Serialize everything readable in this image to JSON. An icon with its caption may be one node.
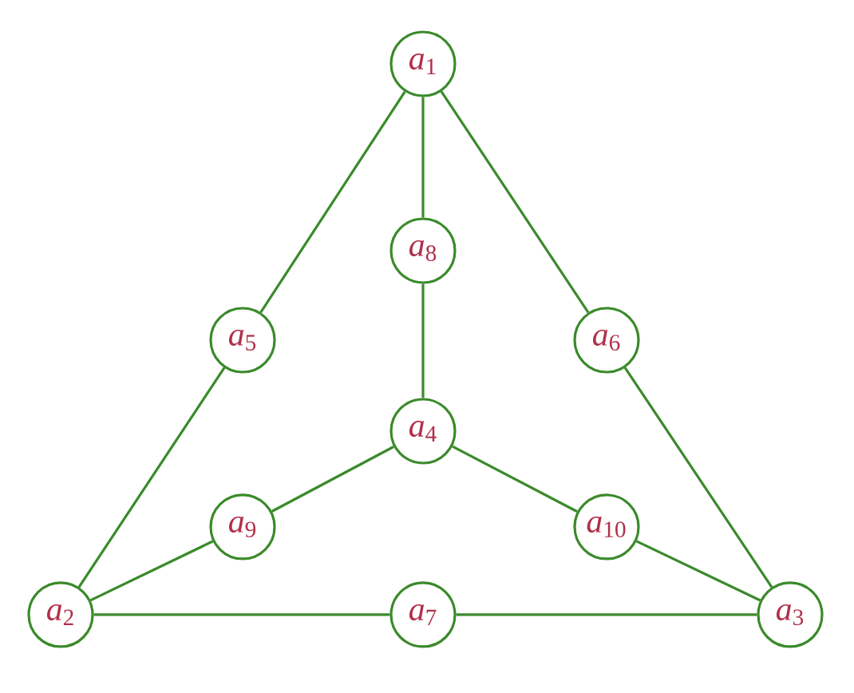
{
  "diagram": {
    "nodes": [
      {
        "text": [
          "*a*$_{1}$"
        ]
      },
      {
        "text": [
          "*a*$_{8}$"
        ]
      },
      {
        "text": [
          "*a*$_{5}$"
        ]
      },
      {
        "text": [
          "*a*$_{6}$"
        ]
      },
      {
        "text": [
          "*a*$_{4}$"
        ]
      },
      {
        "text": [
          "*a*$_{9}$"
        ]
      },
      {
        "text": [
          "*a*$_{10}$"
        ]
      },
      {
        "text": [
          "*a*$_{2}$"
        ]
      },
      {
        "text": [
          "*a*$_{7}$"
        ]
      },
      {
        "text": [
          "*a*$_{3}$"
        ]
      }
    ],
    "edges": [
      {
        "from": 0,
        "to": 2,
        "arrow": "none"
      },
      {
        "from": 2,
        "to": 7,
        "arrow": "none"
      },
      {
        "from": 0,
        "to": 1,
        "arrow": "none"
      },
      {
        "from": 1,
        "to": 4,
        "arrow": "none"
      },
      {
        "from": 0,
        "to": 3,
        "arrow": "none"
      },
      {
        "from": 3,
        "to": 9,
        "arrow": "none"
      },
      {
        "from": 4,
        "to": 5,
        "arrow": "none"
      },
      {
        "from": 5,
        "to": 7,
        "arrow": "none"
      },
      {
        "from": 4,
        "to": 6,
        "arrow": "none"
      },
      {
        "from": 6,
        "to": 9,
        "arrow": "none"
      },
      {
        "from": 7,
        "to": 8,
        "arrow": "none"
      },
      {
        "from": 8,
        "to": 9,
        "arrow": "none"
      }
    ]
  }
}
